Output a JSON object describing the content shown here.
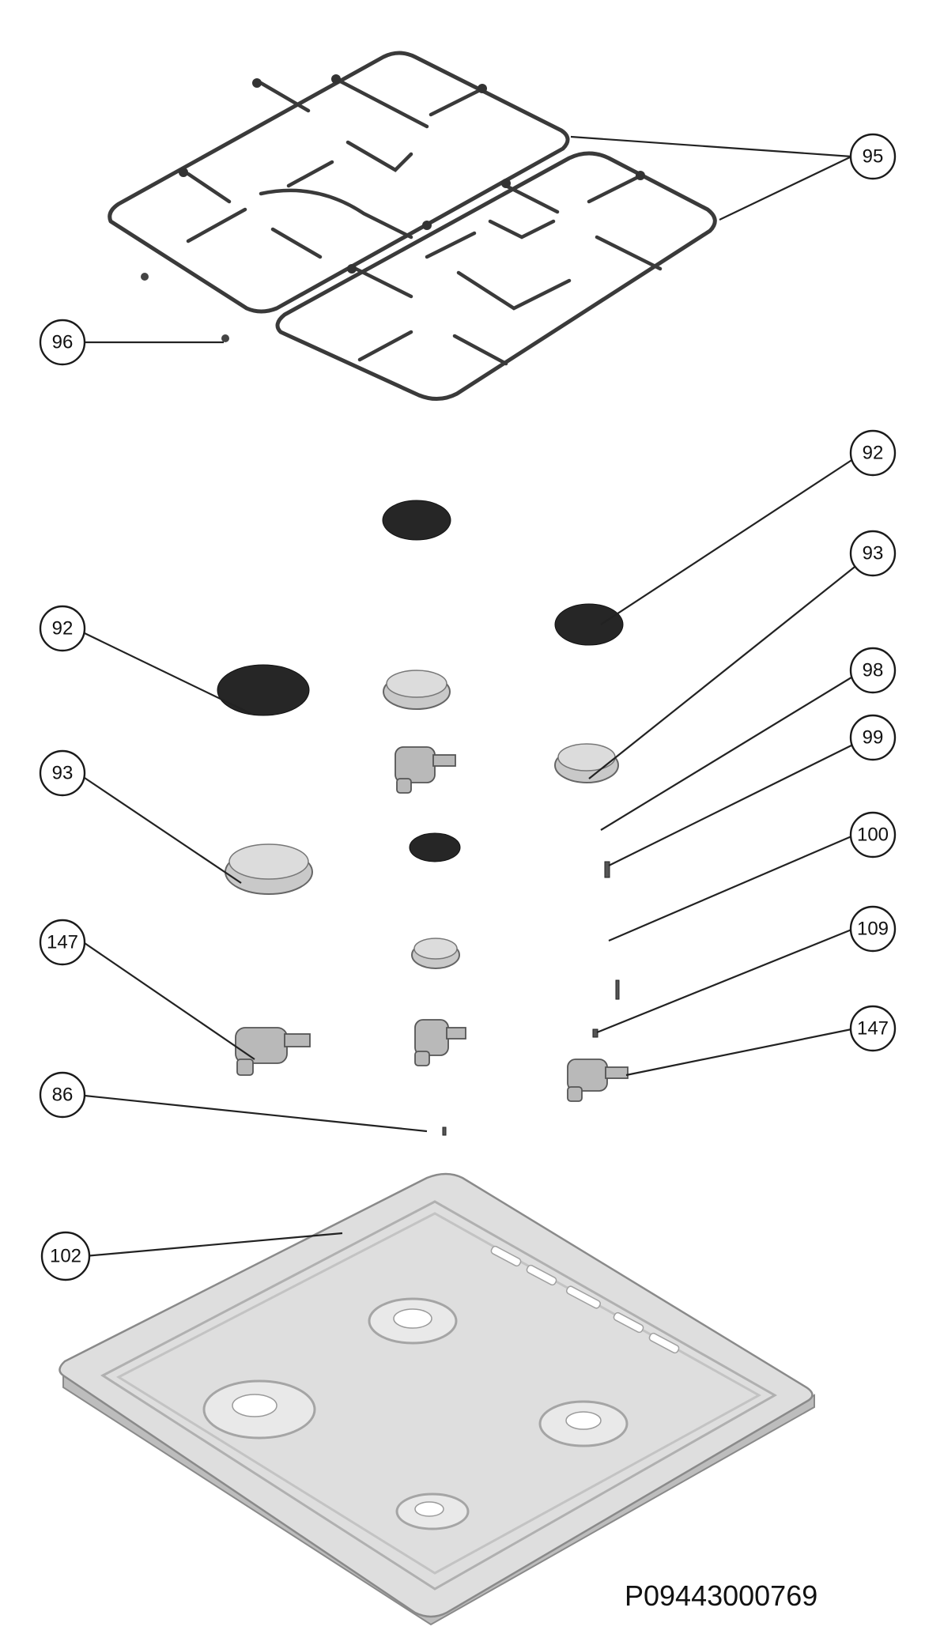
{
  "drawing": {
    "code": "P09443000769",
    "callouts": [
      {
        "id": "c95",
        "label": "95"
      },
      {
        "id": "c96",
        "label": "96"
      },
      {
        "id": "c92a",
        "label": "92"
      },
      {
        "id": "c93a",
        "label": "93"
      },
      {
        "id": "c92b",
        "label": "92"
      },
      {
        "id": "c93b",
        "label": "93"
      },
      {
        "id": "c98",
        "label": "98"
      },
      {
        "id": "c99",
        "label": "99"
      },
      {
        "id": "c100",
        "label": "100"
      },
      {
        "id": "c147a",
        "label": "147"
      },
      {
        "id": "c109",
        "label": "109"
      },
      {
        "id": "c147b",
        "label": "147"
      },
      {
        "id": "c86",
        "label": "86"
      },
      {
        "id": "c102",
        "label": "102"
      }
    ]
  }
}
